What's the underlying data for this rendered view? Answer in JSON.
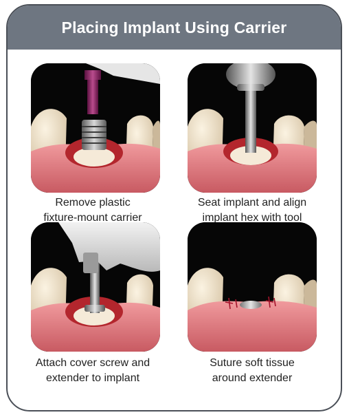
{
  "title": "Placing Implant Using Carrier",
  "colors": {
    "header": "#6e7681",
    "border": "#4a4f57",
    "gum": "#e7868a",
    "tooth": "#f3e6cf",
    "background": "#060606"
  },
  "steps": [
    {
      "caption_line1": "Remove plastic",
      "caption_line2": "fixture-mount carrier",
      "illustration": "implant-with-purple-carrier"
    },
    {
      "caption_line1": "Seat implant and align",
      "caption_line2": "implant hex with tool",
      "illustration": "implant-with-hex-tool"
    },
    {
      "caption_line1": "Attach cover screw and",
      "caption_line2": "extender to implant",
      "illustration": "gloved-hand-attaching-screw"
    },
    {
      "caption_line1": "Suture soft tissue",
      "caption_line2": "around extender",
      "illustration": "sutured-gum-with-extender"
    }
  ]
}
